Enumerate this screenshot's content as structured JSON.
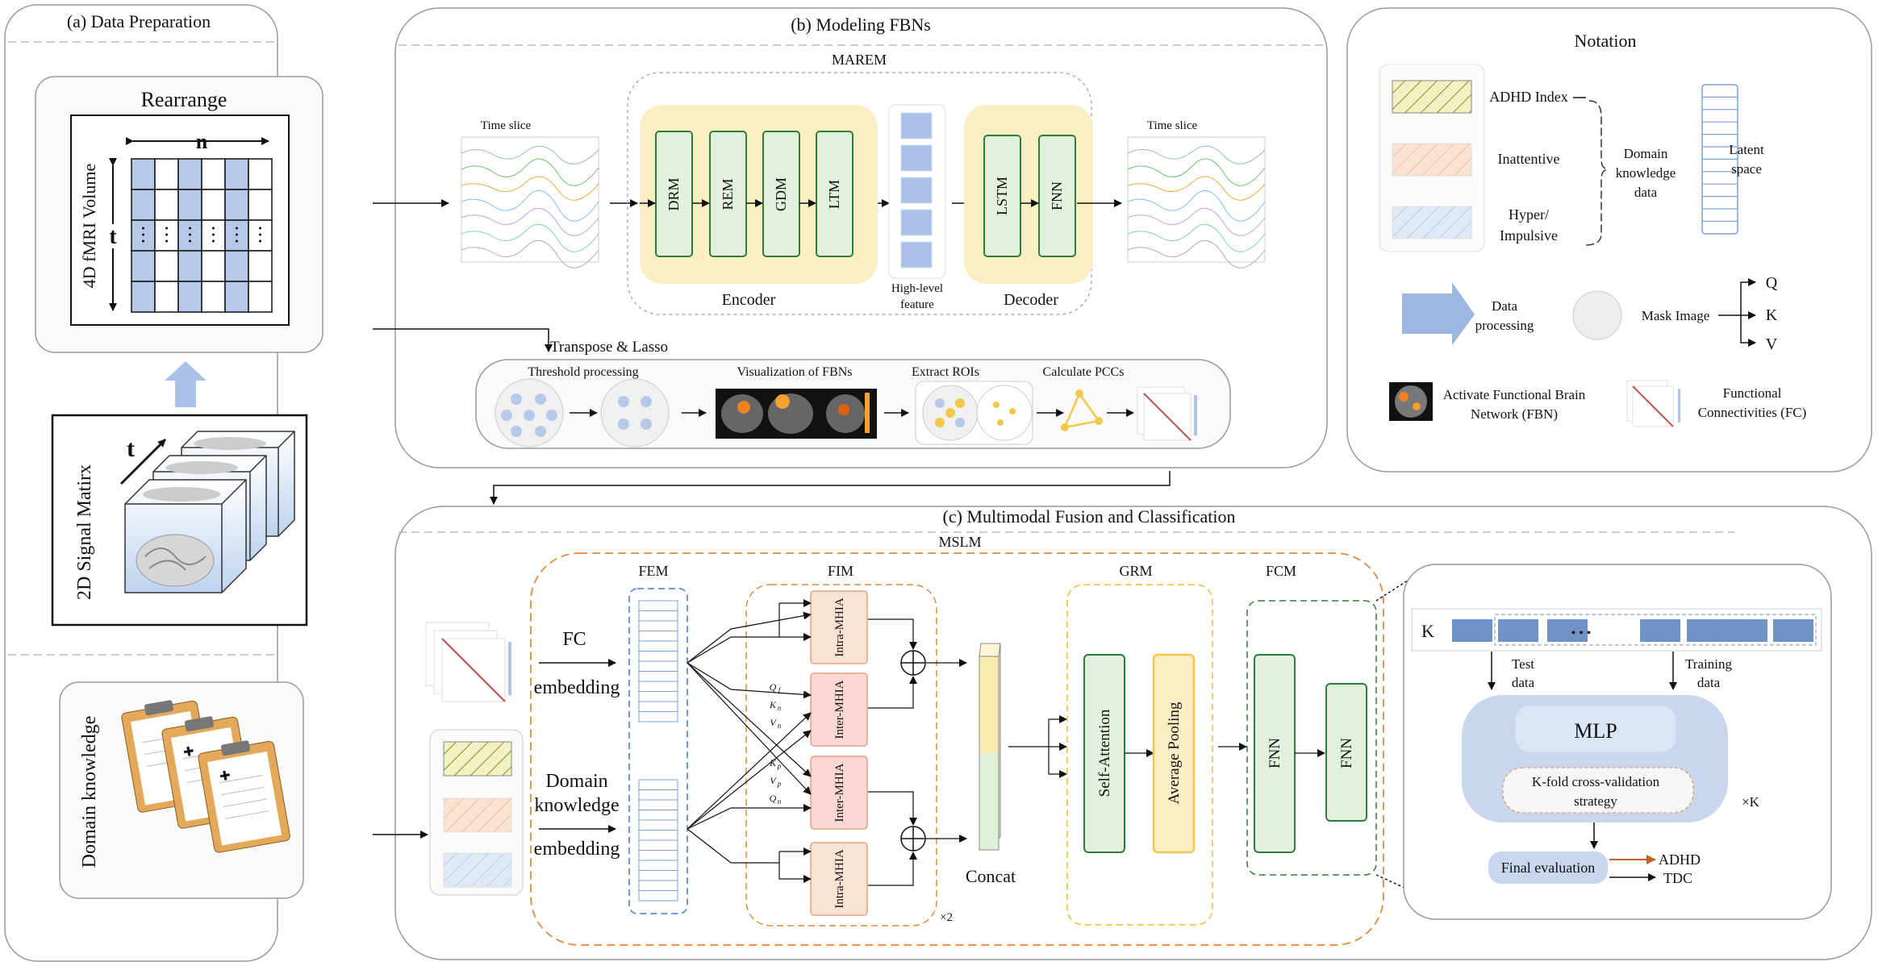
{
  "panel_a": {
    "title": "(a)  Data Preparation",
    "rearrange": "Rearrange",
    "n_label": "n",
    "t_label": "t",
    "volume_axis": "4D  fMRI    Volume",
    "cube_t": "t",
    "signal_axis": "2D Signal  Matirx",
    "domain_axis": "Domain knowledge"
  },
  "panel_b": {
    "title": "(b) Modeling   FBNs",
    "marem": "MAREM",
    "time_slice_in": "Time slice",
    "time_slice_out": "Time slice",
    "encoder_modules": [
      "DRM",
      "REM",
      "GDM",
      "LTM"
    ],
    "encoder": "Encoder",
    "high_level": [
      "High-level",
      "feature"
    ],
    "decoder_modules": [
      "LSTM",
      "FNN"
    ],
    "decoder": "Decoder",
    "transpose": "Transpose  &  Lasso",
    "threshold": "Threshold processing",
    "visualization": "Visualization of FBNs",
    "extract": "Extract ROIs",
    "calculate": "Calculate PCCs"
  },
  "notation": {
    "title": "Notation",
    "adhd_index": "ADHD Index",
    "inattentive": "Inattentive",
    "hyper": [
      "Hyper/",
      "Impulsive"
    ],
    "domain_data": [
      "Domain",
      "knowledge",
      "data"
    ],
    "latent": [
      "Latent",
      "space"
    ],
    "data_processing": [
      "Data",
      "processing"
    ],
    "mask_image": "Mask Image",
    "qkv": [
      "Q",
      "K",
      "V"
    ],
    "fbn": [
      "Activate Functional Brain",
      "Network (FBN)"
    ],
    "fc": [
      "Functional",
      "Connectivities (FC)"
    ]
  },
  "panel_c": {
    "title": "(c) Multimodal Fusion and Classification",
    "mslm": "MSLM",
    "fc": "FC",
    "fc_embedding": "embedding",
    "domain": [
      "Domain",
      "knowledge",
      "embedding"
    ],
    "fem": "FEM",
    "fim": "FIM",
    "mhia": [
      "Intra-MHIA",
      "Inter-MHIA",
      "Inter-MHIA",
      "Intra-MHIA"
    ],
    "qkv_top": [
      "Q",
      "K",
      "V"
    ],
    "qkv_bottom": [
      "K",
      "V",
      "Q"
    ],
    "qkv_sub_top": [
      "f",
      "n",
      "n"
    ],
    "qkv_sub_bottom": [
      "p",
      "p",
      "n"
    ],
    "times2": "×2",
    "concat": "Concat",
    "grm": "GRM",
    "self_attention": "Self-Attention",
    "avg_pooling": "Average Pooling",
    "fcm": "FCM",
    "fnn1": "FNN",
    "fnn2": "FNN",
    "k_label": "K",
    "dots": "• • •",
    "test_data": [
      "Test",
      "data"
    ],
    "training_data": [
      "Training",
      "data"
    ],
    "mlp": "MLP",
    "kfold": [
      "K-fold cross-validation",
      "strategy"
    ],
    "times_k": "×K",
    "final_eval": "Final evaluation",
    "adhd": "ADHD",
    "tdc": "TDC"
  },
  "colors": {
    "blue_fill": "#b7c9e8",
    "yellow_panel": "#fbeec5",
    "green_box": "#e3f1dc",
    "green_stroke": "#2e7d3a",
    "orange_dash": "#e08a3c",
    "yellow_dash": "#f2c84b",
    "blue_dash": "#5b8fd6",
    "adhd_arrow": "#c0622a"
  }
}
